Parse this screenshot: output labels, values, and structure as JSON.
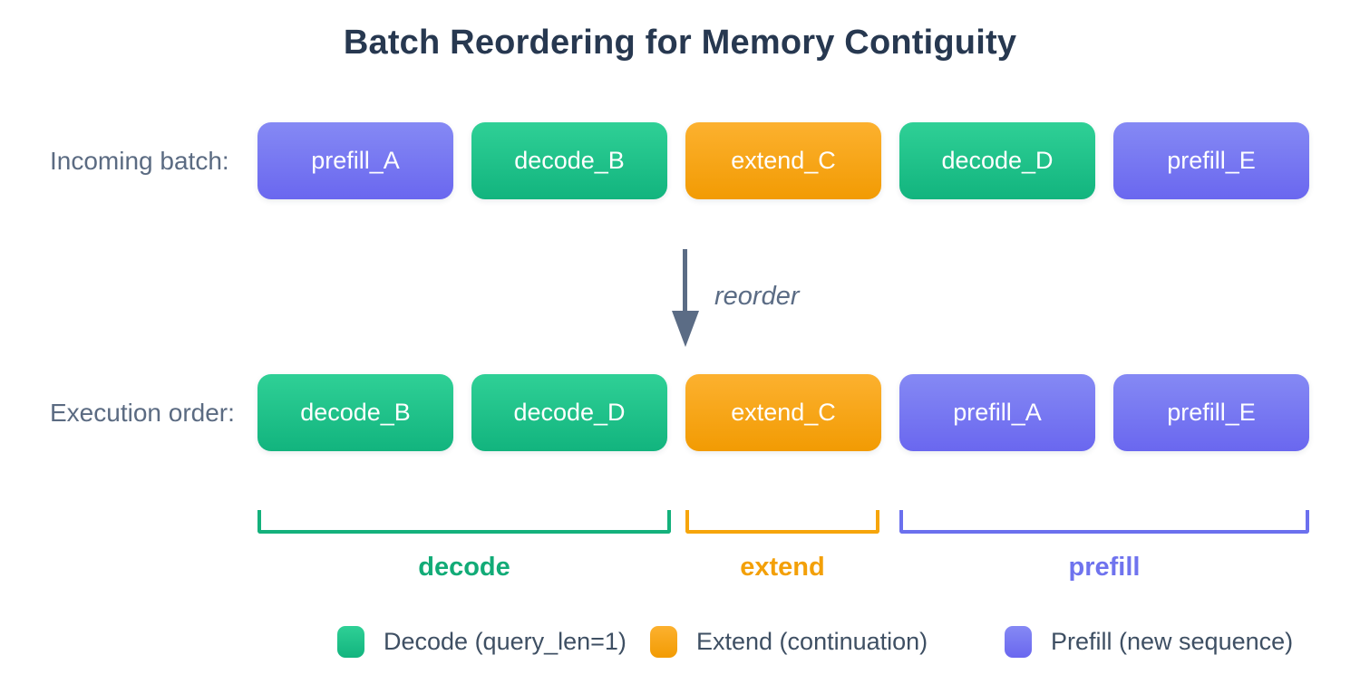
{
  "title": "Batch Reordering for Memory Contiguity",
  "incoming": {
    "label": "Incoming batch:",
    "boxes": [
      {
        "label": "prefill_A",
        "type": "prefill"
      },
      {
        "label": "decode_B",
        "type": "decode"
      },
      {
        "label": "extend_C",
        "type": "extend"
      },
      {
        "label": "decode_D",
        "type": "decode"
      },
      {
        "label": "prefill_E",
        "type": "prefill"
      }
    ]
  },
  "arrow": {
    "label": "reorder"
  },
  "execution": {
    "label": "Execution order:",
    "boxes": [
      {
        "label": "decode_B",
        "type": "decode"
      },
      {
        "label": "decode_D",
        "type": "decode"
      },
      {
        "label": "extend_C",
        "type": "extend"
      },
      {
        "label": "prefill_A",
        "type": "prefill"
      },
      {
        "label": "prefill_E",
        "type": "prefill"
      }
    ]
  },
  "groups": [
    {
      "label": "decode",
      "type": "decode"
    },
    {
      "label": "extend",
      "type": "extend"
    },
    {
      "label": "prefill",
      "type": "prefill"
    }
  ],
  "legend": [
    {
      "label": "Decode (query_len=1)",
      "type": "decode"
    },
    {
      "label": "Extend (continuation)",
      "type": "extend"
    },
    {
      "label": "Prefill (new sequence)",
      "type": "prefill"
    }
  ],
  "colors": {
    "decode_gradient_top": "#2fd096",
    "decode_gradient_bottom": "#12b47e",
    "extend_gradient_top": "#fcb12f",
    "extend_gradient_bottom": "#f29b03",
    "prefill_gradient_top": "#8589f4",
    "prefill_gradient_bottom": "#6a67ef",
    "decode_accent": "#12ab77",
    "extend_accent": "#f3a008",
    "prefill_accent": "#6f73ee",
    "arrow_slate": "#5b6c85",
    "title_navy": "#273850",
    "label_slate": "#5b6b82",
    "legend_text": "#3e4f63",
    "background": "#ffffff"
  }
}
